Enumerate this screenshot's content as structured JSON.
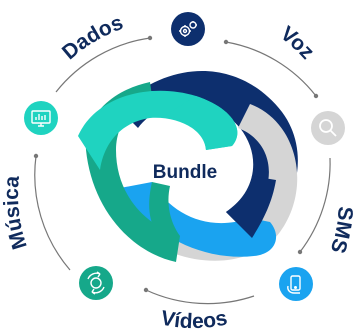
{
  "center": {
    "label": "Bundle"
  },
  "labels": {
    "dados": "Dados",
    "voz": "Voz",
    "sms": "SMS",
    "videos": "Vídeos",
    "musica": "Música"
  },
  "nodes": [
    {
      "key": "settings",
      "icon": "gears-icon",
      "color": "#0d2f6e"
    },
    {
      "key": "search",
      "icon": "magnifier-icon",
      "color": "#d5d5d5"
    },
    {
      "key": "mobile",
      "icon": "phone-hand-icon",
      "color": "#1aa3f0"
    },
    {
      "key": "recycle",
      "icon": "gear-arrows-icon",
      "color": "#16a88a"
    },
    {
      "key": "monitor",
      "icon": "monitor-chart-icon",
      "color": "#1fd3c0"
    }
  ],
  "colors": {
    "navy": "#0d2f6e",
    "teal": "#1fd3c0",
    "green": "#16a88a",
    "blue": "#1aa3f0",
    "gray": "#d5d5d5",
    "text": "#0f2a5c",
    "ring": "#777777"
  }
}
